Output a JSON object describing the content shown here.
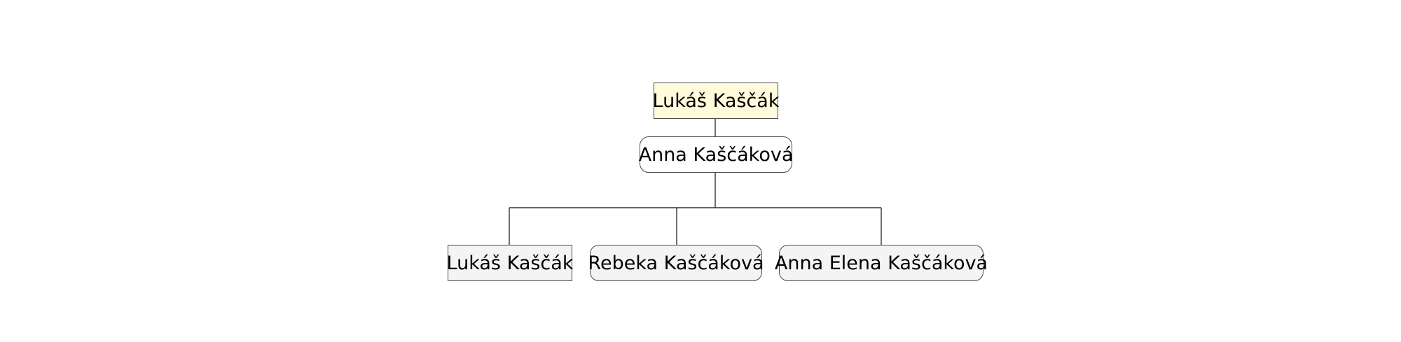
{
  "colors": {
    "root_fill": "#fffbdc",
    "spouse_fill": "#ffffff",
    "child_fill": "#f4f4f4",
    "border": "#4a4a4a",
    "connector": "#333333"
  },
  "tree": {
    "root": {
      "name": "Lukáš Kaščák"
    },
    "spouse": {
      "name": "Anna Kaščáková"
    },
    "children": [
      {
        "name": "Lukáš Kaščák"
      },
      {
        "name": "Rebeka Kaščáková"
      },
      {
        "name": "Anna Elena Kaščáková"
      }
    ]
  }
}
